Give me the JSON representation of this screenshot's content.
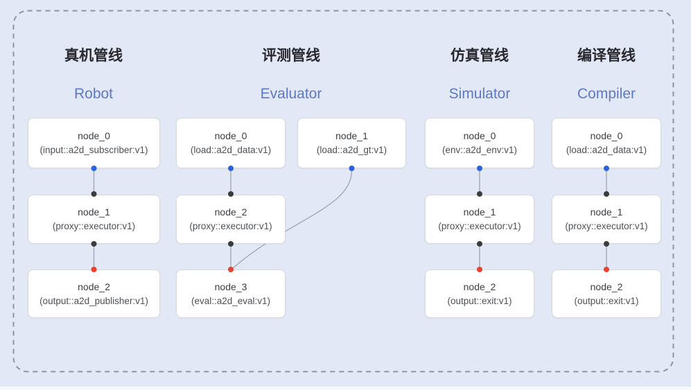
{
  "diagram": {
    "colors": {
      "background": "#e3e8f6",
      "border_dash": "#8e949e",
      "edge": "#9ba3af",
      "port_out": "#2b63da",
      "port_in": "#3b3b40",
      "port_final": "#e8432e",
      "node_bg": "#ffffff",
      "node_border": "#d7d9de",
      "title_zh_color": "#28282e",
      "title_en_color": "#5b79c6"
    },
    "pipelines": [
      {
        "title_zh": "真机管线",
        "title_en": "Robot",
        "nodes": [
          {
            "name": "node_0",
            "type": "(input::a2d_subscriber:v1)"
          },
          {
            "name": "node_1",
            "type": "(proxy::executor:v1)"
          },
          {
            "name": "node_2",
            "type": "(output::a2d_publisher:v1)"
          }
        ]
      },
      {
        "title_zh": "评测管线",
        "title_en": "Evaluator",
        "nodes": [
          {
            "name": "node_0",
            "type": "(load::a2d_data:v1)"
          },
          {
            "name": "node_1",
            "type": "(load::a2d_gt:v1)"
          },
          {
            "name": "node_2",
            "type": "(proxy::executor:v1)"
          },
          {
            "name": "node_3",
            "type": "(eval::a2d_eval:v1)"
          }
        ]
      },
      {
        "title_zh": "仿真管线",
        "title_en": "Simulator",
        "nodes": [
          {
            "name": "node_0",
            "type": "(env::a2d_env:v1)"
          },
          {
            "name": "node_1",
            "type": "(proxy::executor:v1)"
          },
          {
            "name": "node_2",
            "type": "(output::exit:v1)"
          }
        ]
      },
      {
        "title_zh": "编译管线",
        "title_en": "Compiler",
        "nodes": [
          {
            "name": "node_0",
            "type": "(load::a2d_data:v1)"
          },
          {
            "name": "node_1",
            "type": "(proxy::executor:v1)"
          },
          {
            "name": "node_2",
            "type": "(output::exit:v1)"
          }
        ]
      }
    ]
  }
}
